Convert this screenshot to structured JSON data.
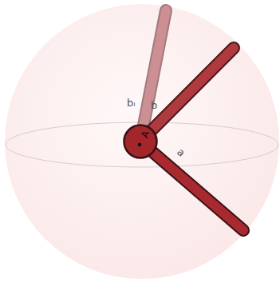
{
  "diagram": {
    "nodes": [
      {
        "text": [
          "A"
        ]
      }
    ],
    "labels": [
      "bᵢ",
      "b",
      "a"
    ]
  }
}
